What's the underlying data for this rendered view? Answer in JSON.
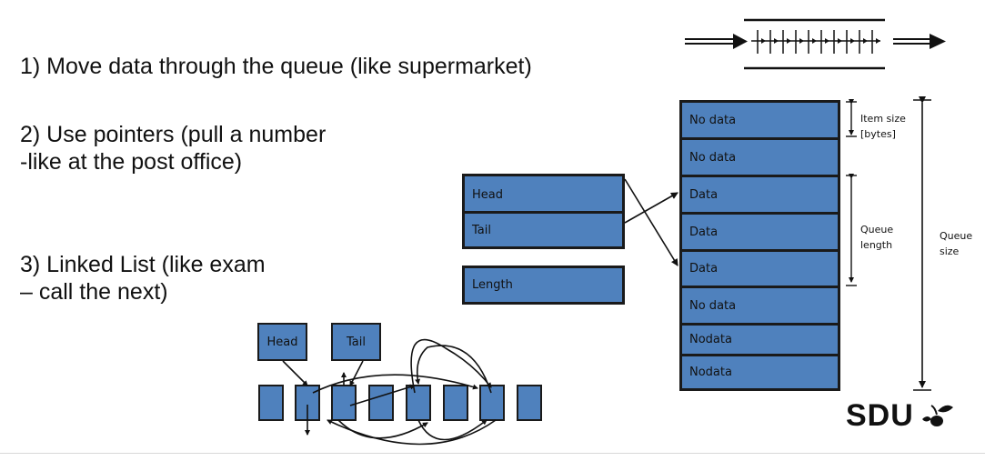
{
  "bullets": {
    "item1": "1) Move data through the queue (like supermarket)",
    "item2_line1": "2) Use pointers (pull a number",
    "item2_line2": "-like at the post office)",
    "item3_line1": "3) Linked List (like exam",
    "item3_line2": "– call the next)"
  },
  "pointers": {
    "head": "Head",
    "tail": "Tail",
    "length": "Length"
  },
  "queue": {
    "cells": [
      "No data",
      "No data",
      "Data",
      "Data",
      "Data",
      "No data",
      "Nodata",
      "Nodata"
    ],
    "item_size_label_line1": "Item size",
    "item_size_label_line2": "[bytes]",
    "queue_length_line1": "Queue",
    "queue_length_line2": "length",
    "queue_size_line1": "Queue",
    "queue_size_line2": "size"
  },
  "linked_list": {
    "head": "Head",
    "tail": "Tail",
    "node_count": 8
  },
  "logo": {
    "text": "SDU"
  },
  "colors": {
    "box_fill": "#4f81bd",
    "outline": "#1a1a1a"
  }
}
